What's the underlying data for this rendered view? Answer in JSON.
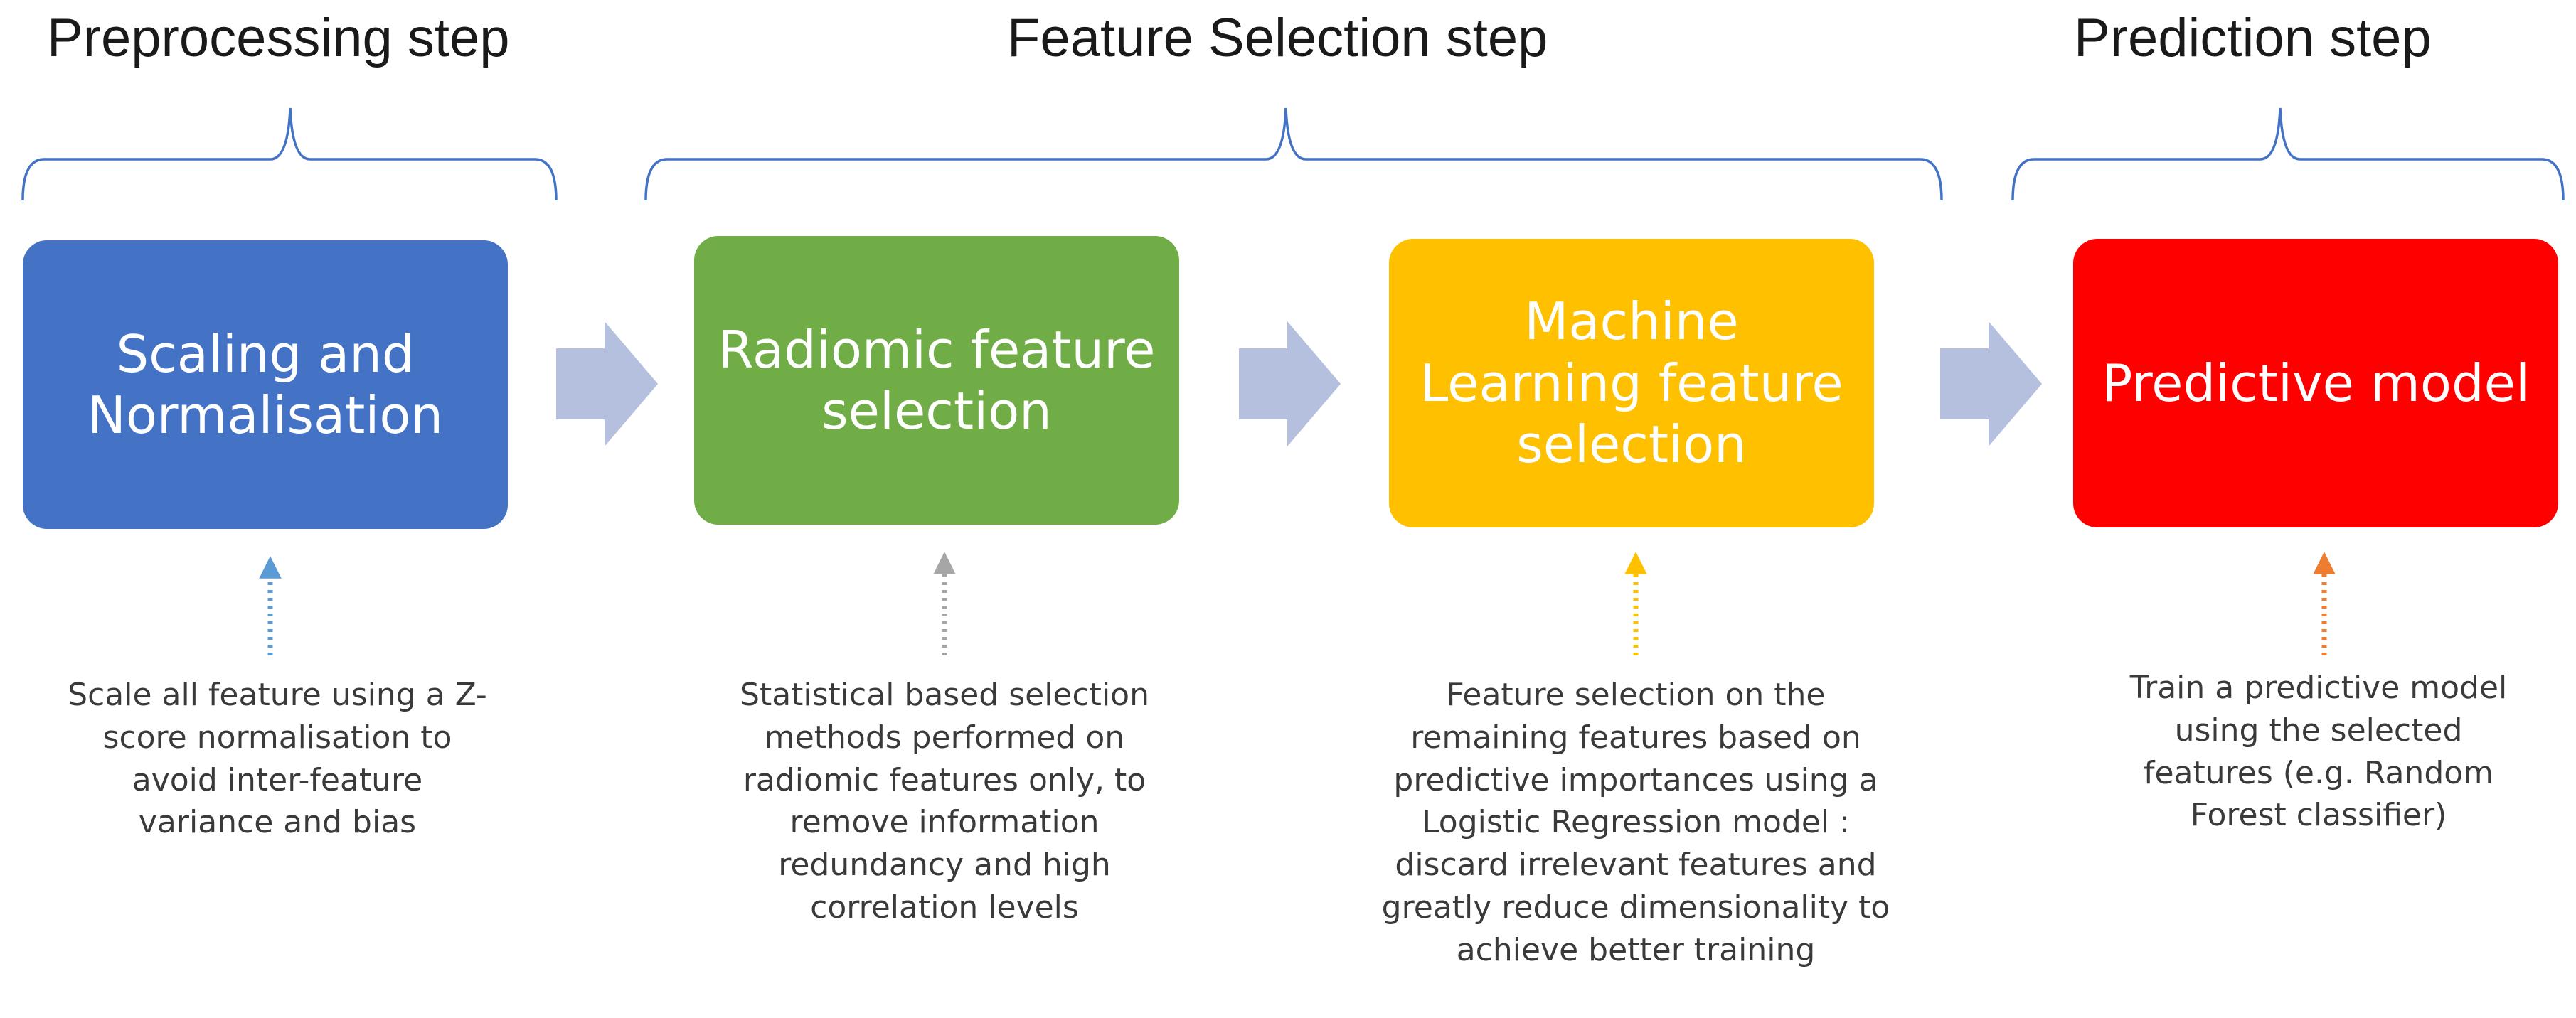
{
  "steps": {
    "preprocessing": "Preprocessing step",
    "feature_selection": "Feature Selection step",
    "prediction": "Prediction step"
  },
  "boxes": {
    "scaling": {
      "label": "Scaling and\nNormalisation",
      "color": "#4472c4"
    },
    "radiomic": {
      "label": "Radiomic feature\nselection",
      "color": "#70ad47"
    },
    "ml": {
      "label": "Machine\nLearning feature\nselection",
      "color": "#ffc000"
    },
    "predictive": {
      "label": "Predictive model",
      "color": "#ff0000"
    }
  },
  "descriptions": {
    "scaling": "Scale all feature using a Z-\nscore normalisation to\navoid inter-feature\nvariance and bias",
    "radiomic": "Statistical based selection\nmethods performed on\nradiomic features only, to\nremove  information\nredundancy and high\ncorrelation levels",
    "ml": "Feature selection on the\nremaining features based on\npredictive importances using a\nLogistic Regression model :\ndiscard irrelevant features and\ngreatly reduce dimensionality to\nachieve better training",
    "predictive": "Train a predictive model\nusing the selected\nfeatures (e.g. Random\nForest classifier)"
  },
  "colors": {
    "bracket": "#4472c4",
    "flow_arrow": "#b4c0dd",
    "dotted_arrow_scaling": "#5b9bd5",
    "dotted_arrow_radiomic": "#a6a6a6",
    "dotted_arrow_ml": "#ffc000",
    "dotted_arrow_predictive": "#ed7d31"
  }
}
